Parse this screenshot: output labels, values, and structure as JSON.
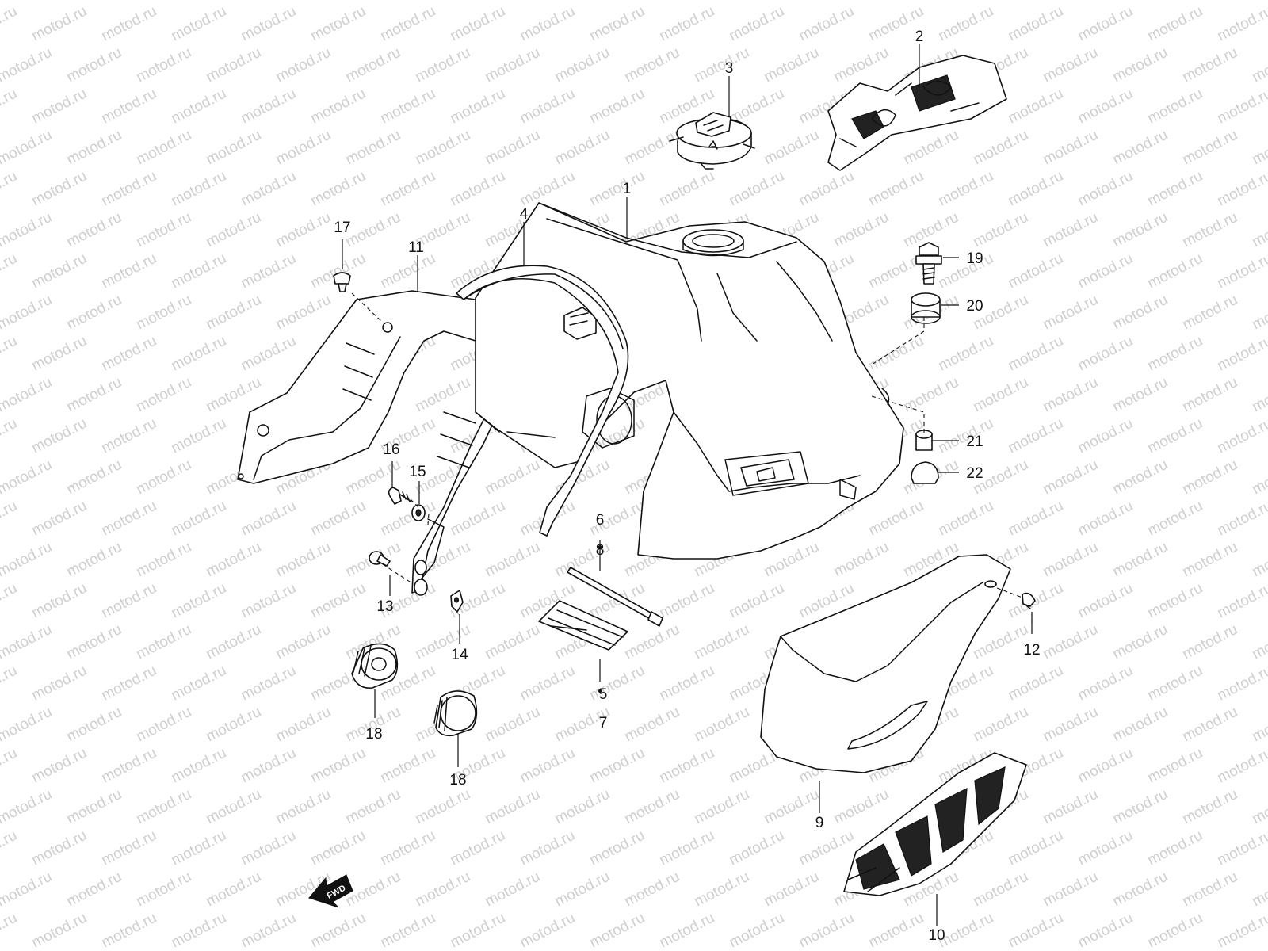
{
  "watermark": {
    "text": "motod.ru"
  },
  "fwd_arrow": {
    "text": "FWD"
  },
  "callouts": {
    "c1": "1",
    "c2": "2",
    "c3": "3",
    "c4": "4",
    "c5": "5",
    "c7": "7",
    "c6": "6",
    "c8": "8",
    "c9": "9",
    "c10": "10",
    "c11": "11",
    "c12": "12",
    "c13": "13",
    "c14": "14",
    "c15": "15",
    "c16": "16",
    "c17": "17",
    "c18a": "18",
    "c18b": "18",
    "c19": "19",
    "c20": "20",
    "c21": "21",
    "c22": "22"
  }
}
